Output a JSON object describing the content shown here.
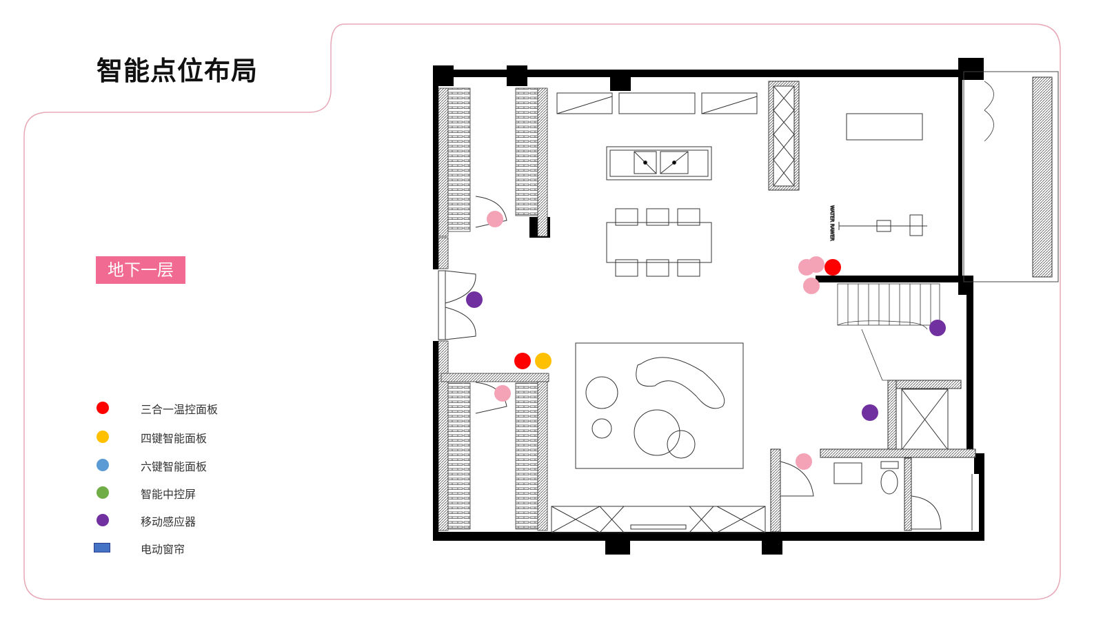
{
  "page": {
    "title": "智能点位布局",
    "floor_label": "地下一层",
    "accent_color": "#f06a92",
    "frame_color": "#e7a7b7"
  },
  "legend": [
    {
      "label": "三合一温控面板",
      "color": "#ff0000",
      "shape": "circle"
    },
    {
      "label": "四键智能面板",
      "color": "#ffc000",
      "shape": "circle"
    },
    {
      "label": "六键智能面板",
      "color": "#5b9bd5",
      "shape": "circle"
    },
    {
      "label": "智能中控屏",
      "color": "#70ad47",
      "shape": "circle"
    },
    {
      "label": "移动感应器",
      "color": "#7030a0",
      "shape": "circle"
    },
    {
      "label": "电动窗帘",
      "color": "#4472c4",
      "shape": "rect"
    }
  ],
  "plan": {
    "equipment_label": "WATER RAWER",
    "markers": [
      {
        "type": "pink-panel",
        "color": "#f4a3b6"
      },
      {
        "type": "pink-panel",
        "color": "#f4a3b6"
      },
      {
        "type": "pink-panel",
        "color": "#f4a3b6"
      },
      {
        "type": "pink-panel",
        "color": "#f4a3b6"
      },
      {
        "type": "pink-panel",
        "color": "#f4a3b6"
      },
      {
        "type": "pink-panel",
        "color": "#f4a3b6"
      },
      {
        "type": "thermostat-panel",
        "color": "#ff0000"
      },
      {
        "type": "thermostat-panel",
        "color": "#ff0000"
      },
      {
        "type": "four-key-panel",
        "color": "#ffc000"
      },
      {
        "type": "motion-sensor",
        "color": "#7030a0"
      },
      {
        "type": "motion-sensor",
        "color": "#7030a0"
      },
      {
        "type": "motion-sensor",
        "color": "#7030a0"
      }
    ]
  }
}
